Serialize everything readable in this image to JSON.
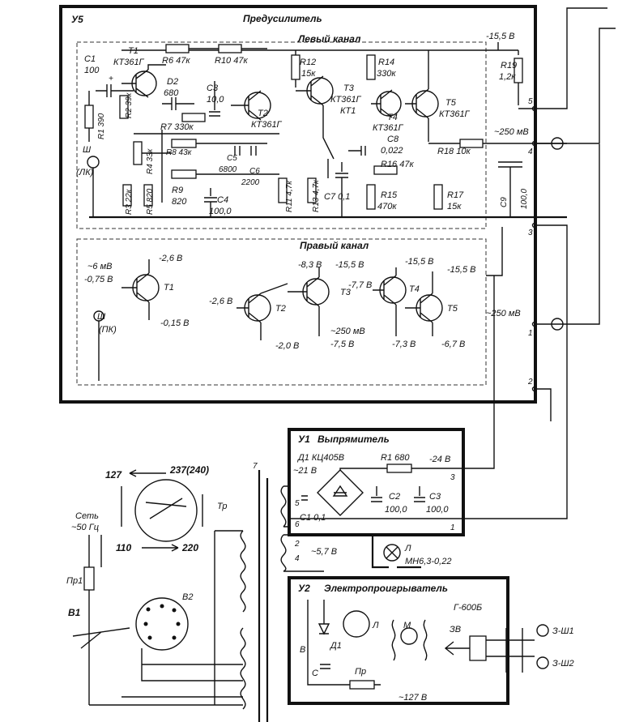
{
  "preamp": {
    "id": "У5",
    "title": "Предусилитель",
    "left_channel": "Левый канал",
    "right_channel": "Правый канал",
    "supply": "-15,5 В",
    "components": {
      "c1": "C1",
      "c1v": "100",
      "t1": "T1",
      "t1t": "КТ361Г",
      "r6": "R6 47к",
      "r10": "R10 47к",
      "d2": "D2",
      "d2v": "680",
      "r12": "R12",
      "r12v": "15к",
      "r14": "R14",
      "r14v": "330к",
      "t5": "T5",
      "t5t": "КТ361Г",
      "r19": "R19",
      "r19v": "1,2к",
      "r1": "R1 390",
      "r2": "R2 39к",
      "c3": "C3",
      "c3v": "10,0",
      "t2": "T2",
      "t2t": "КТ361Г",
      "t3": "T3",
      "t3t": "КТ361Г",
      "t3k": "КТ1",
      "t4": "T4",
      "t4t": "КТ361Г",
      "r7": "R7 330к",
      "c8": "C8",
      "c8v": "0,022",
      "r8": "R8 43к",
      "r4": "R4 33к",
      "c5": "C5",
      "c5v": "6800",
      "c6": "C6",
      "c6v": "2200",
      "r16": "R16 47к",
      "r18": "R18 10к",
      "mv_out": "~250 мВ",
      "r3": "R3 22к",
      "r5": "R5 820",
      "r9": "R9",
      "r9v": "820",
      "c4": "C4",
      "c4v": "100,0",
      "r11": "R11 4,7к",
      "r13": "R13 4,7к",
      "c7": "C7 0,1",
      "r15": "R15",
      "r15v": "470к",
      "r17": "R17",
      "r17v": "15к",
      "c9": "C9",
      "c9v": "100,0",
      "sh_l": "Ш",
      "sh_lk": "(ЛК)"
    },
    "right": {
      "in_mv": "~6 мВ",
      "in_v": "-0,75 В",
      "t1": "T1",
      "t1c": "-2,6 В",
      "t1e": "-0,15 В",
      "sh": "Ш",
      "shk": "(ПК)",
      "t2": "T2",
      "t2b": "-2,6 В",
      "t2e": "-2,0 В",
      "t3": "T3",
      "t3c": "-8,3 В",
      "t3c2": "-15,5 В",
      "t3e_mv": "~250 мВ",
      "t3e": "-7,5 В",
      "t4": "T4",
      "t4b": "-7,7 В",
      "t4c": "-15,5 В",
      "t4e": "-7,3 В",
      "t5": "T5",
      "t5c": "-15,5 В",
      "t5e": "-6,7 В",
      "out_mv": "~250 мВ"
    },
    "pins": [
      "5",
      "4",
      "3",
      "1",
      "2"
    ]
  },
  "rectifier": {
    "id": "У1",
    "title": "Выпрямитель",
    "d1": "Д1 КЦ405В",
    "v_in": "~21 В",
    "r1": "R1 680",
    "v_out": "-24 В",
    "c1": "C1 0,1",
    "c2": "C2",
    "c2v": "100,0",
    "c3": "C3",
    "c3v": "100,0",
    "pins": [
      "3",
      "1",
      "5",
      "6",
      "2"
    ],
    "v_lamp": "~5,7 В",
    "lamp": "Л",
    "lamp_type": "МН6,3-0,22",
    "pin_4": "4"
  },
  "player": {
    "id": "У2",
    "title": "Электропроигрыватель",
    "model": "Г-600Б",
    "v": "В",
    "d1": "Д1",
    "l": "Л",
    "m": "М",
    "c": "С",
    "pr": "Пр",
    "v127": "~127 В",
    "zv": "ЗВ",
    "sh1": "З-Ш1",
    "sh2": "З-Ш2"
  },
  "mains": {
    "sel_127": "127",
    "sel_237": "237(240)",
    "sel_110": "110",
    "sel_220": "220",
    "net": "Сеть",
    "freq": "~50 Гц",
    "fuse": "Пр1",
    "switch": "В1",
    "selector": "В2",
    "tr": "Тр",
    "pin7": "7"
  }
}
